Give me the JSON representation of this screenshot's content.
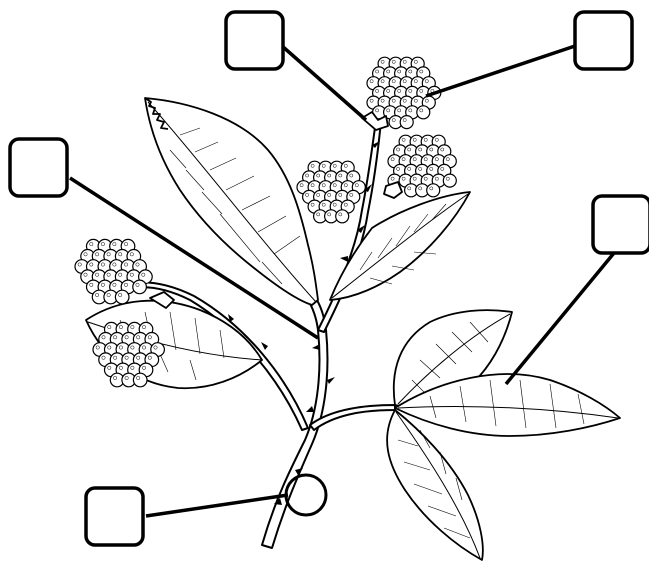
{
  "diagram": {
    "labels": [
      {
        "id": "label-top-left",
        "text": ""
      },
      {
        "id": "label-top-right",
        "text": ""
      },
      {
        "id": "label-left",
        "text": ""
      },
      {
        "id": "label-right",
        "text": ""
      },
      {
        "id": "label-bottom",
        "text": ""
      }
    ],
    "parts": [
      "stem",
      "leaves",
      "berry clusters",
      "thorns",
      "node"
    ],
    "colors": {
      "ink": "#000000",
      "paper": "#ffffff"
    }
  }
}
